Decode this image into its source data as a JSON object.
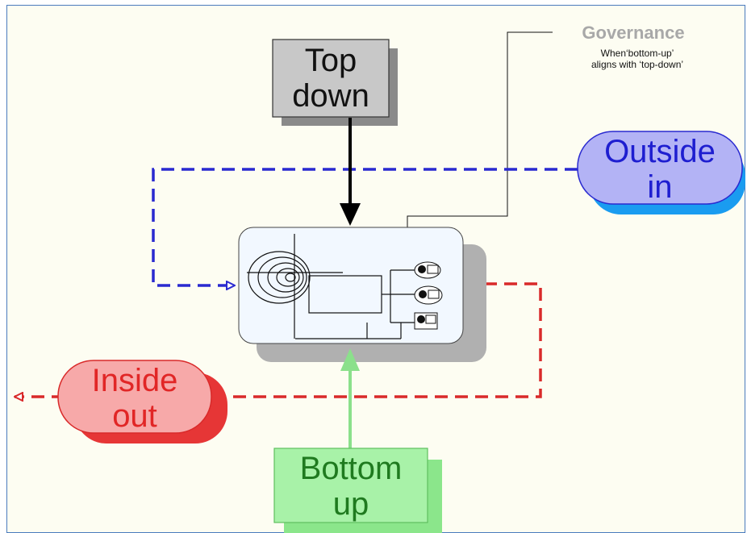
{
  "boxes": {
    "top_down": {
      "line1": "Top",
      "line2": "down"
    },
    "outside_in": {
      "line1": "Outside",
      "line2": "in"
    },
    "inside_out": {
      "line1": "Inside",
      "line2": "out"
    },
    "bottom_up": {
      "line1": "Bottom",
      "line2": "up"
    }
  },
  "governance": {
    "title": "Governance",
    "subtitle_line1": "When‘bottom-up’",
    "subtitle_line2": "aligns with ‘top-down’"
  },
  "colors": {
    "top_down": "#c8c8c8",
    "outside_in": "#b3b3f5",
    "outside_in_text": "#1e1ed0",
    "inside_out": "#f7a9a9",
    "inside_out_text": "#e12626",
    "bottom_up": "#a8f2a8",
    "bottom_up_text": "#1f7a1f",
    "blue_line": "#2a2ad0",
    "red_line": "#d92a2a",
    "green_arrow": "#8be08b"
  },
  "icons": [
    "spiral-icon",
    "globe-folder-icon"
  ]
}
